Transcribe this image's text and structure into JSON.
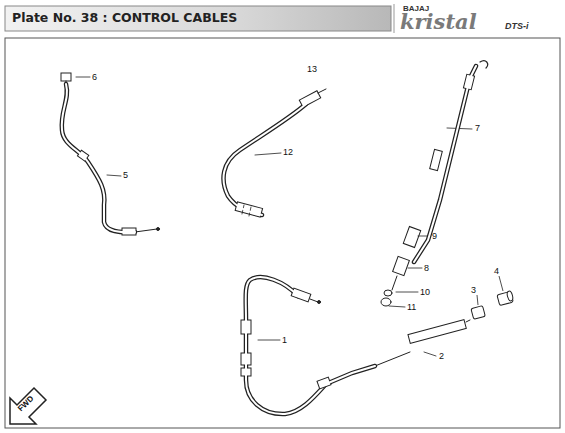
{
  "diagram": {
    "title": "Plate No. 38 : CONTROL CABLES",
    "labels": [
      "BAJAJ",
      "kristal",
      "DTS-i",
      "6",
      "13",
      "7",
      "5",
      "12",
      "9",
      "8",
      "10",
      "11",
      "4",
      "3",
      "1",
      "2",
      "FWD"
    ]
  }
}
